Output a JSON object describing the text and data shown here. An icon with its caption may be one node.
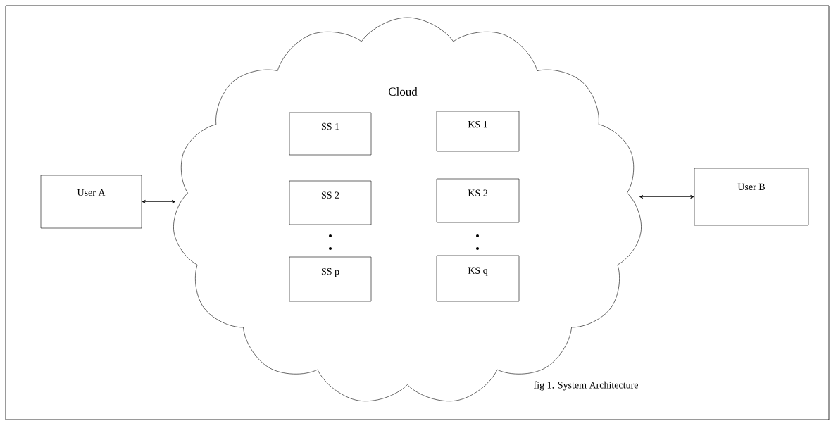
{
  "diagram": {
    "caption": "fig 1. System Architecture",
    "nodes": [
      {
        "text": [
          "User A"
        ]
      },
      {
        "text": [
          "Cloud"
        ]
      },
      {
        "text": [
          "SS 1"
        ],
        "in": 1
      },
      {
        "text": [
          "SS 2"
        ],
        "in": 1
      },
      {
        "text": [
          "SS p"
        ],
        "in": 1
      },
      {
        "text": [
          "KS 1"
        ],
        "in": 1
      },
      {
        "text": [
          "KS 2"
        ],
        "in": 1
      },
      {
        "text": [
          "KS q"
        ],
        "in": 1
      },
      {
        "text": [
          "User B"
        ]
      }
    ],
    "edges": [
      {
        "from": 0,
        "to": 1,
        "arrow": "both"
      },
      {
        "from": 1,
        "to": 8,
        "arrow": "both"
      }
    ]
  }
}
